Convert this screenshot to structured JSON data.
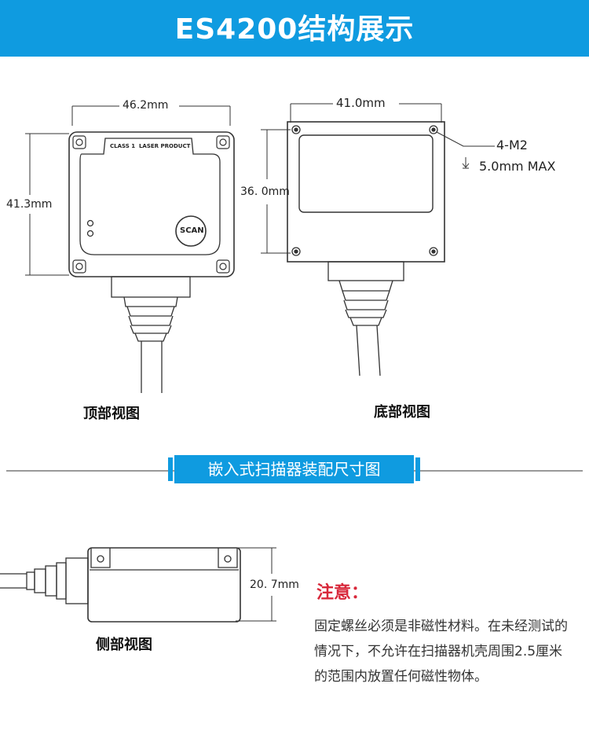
{
  "header": {
    "title": "ES4200结构展示"
  },
  "top_view": {
    "caption": "顶部视图",
    "width_dim": "46.2mm",
    "height_dim": "41.3mm",
    "badge": "CLASS 1  LASER PRODUCT",
    "scan_button": "SCAN"
  },
  "bottom_view": {
    "caption": "底部视图",
    "width_dim": "41.0mm",
    "height_dim": "36. 0mm",
    "screw_label": "4-M2",
    "depth_label": "5.0mm MAX"
  },
  "banner": {
    "title": "嵌入式扫描器装配尺寸图"
  },
  "side_view": {
    "caption": "侧部视图",
    "height_dim": "20. 7mm"
  },
  "note": {
    "title": "注意：",
    "body": "固定螺丝必须是非磁性材料。在未经测试的情况下，不允许在扫描器机壳周围2.5厘米的范围内放置任何磁性物体。"
  },
  "colors": {
    "accent": "#0f9be0",
    "note_title": "#d8283a"
  }
}
